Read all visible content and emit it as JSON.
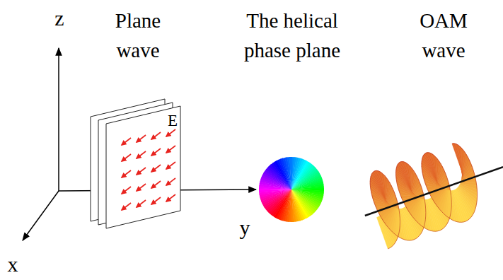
{
  "diagram": {
    "labels": [
      "z",
      "Plane wave",
      "The helical phase plane",
      "OAM wave",
      "E",
      "y",
      "x"
    ]
  }
}
